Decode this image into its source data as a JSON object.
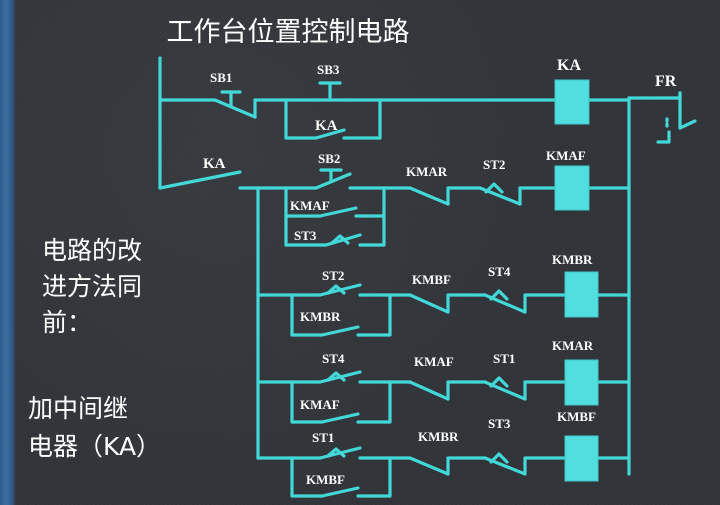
{
  "title": "工作台位置控制电路",
  "note": {
    "line1": "电路的改",
    "line2": "进方法同",
    "line3": "前：",
    "line4": "加中间继",
    "line5": "电器（KA）"
  },
  "labels": {
    "sb1": "SB1",
    "sb3": "SB3",
    "ka_coil": "KA",
    "fr": "FR",
    "ka_hold": "KA",
    "ka_contact": "KA",
    "sb2": "SB2",
    "kmar_r2": "KMAR",
    "st2_r2": "ST2",
    "kmaf_coil": "KMAF",
    "kmaf_hold": "KMAF",
    "st3_r2": "ST3",
    "st2_r3": "ST2",
    "kmbf_r3": "KMBF",
    "st4_r3": "ST4",
    "kmbr_coil": "KMBR",
    "kmbr_hold": "KMBR",
    "st4_r4": "ST4",
    "kmaf_r4": "KMAF",
    "st1_r4": "ST1",
    "kmar_coil": "KMAR",
    "kmaf_hold2": "KMAF",
    "st1_r5": "ST1",
    "kmbr_r5": "KMBR",
    "st3_r5": "ST3",
    "kmbf_coil": "KMBF",
    "kmbf_hold": "KMBF"
  },
  "colors": {
    "wire": "#43d8d8",
    "coil": "#52dede",
    "text": "#ffffff",
    "background": "#303338"
  }
}
